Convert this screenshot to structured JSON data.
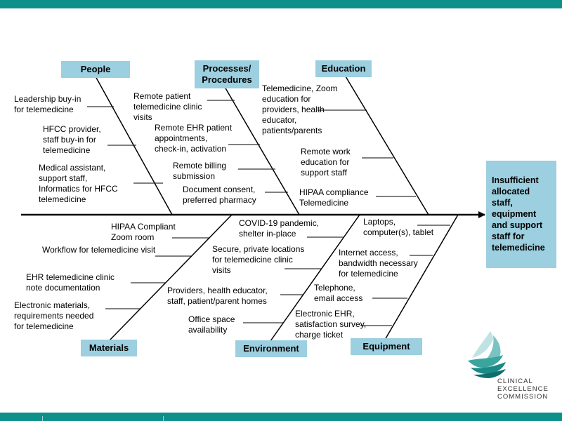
{
  "colors": {
    "accent": "#0e8f8a",
    "category_fill": "#9ccfdf",
    "line": "#000000"
  },
  "effect": "Insufficient\nallocated\nstaff,\nequipment\nand support\nstaff for\ntelemedicine",
  "categories": {
    "people": "People",
    "processes": "Processes/\nProcedures",
    "education": "Education",
    "materials": "Materials",
    "environment": "Environment",
    "equipment": "Equipment"
  },
  "causes": {
    "people": [
      "Leadership buy-in\nfor telemedicine",
      "HFCC provider,\nstaff buy-in for\ntelemedicine",
      "Medical assistant,\nsupport staff,\nInformatics for HFCC\ntelemedicine"
    ],
    "processes": [
      "Remote patient\ntelemedicine clinic\nvisits",
      "Remote EHR patient\nappointments,\ncheck-in, activation",
      "Remote billing\nsubmission",
      "Document consent,\npreferred pharmacy"
    ],
    "education": [
      "Telemedicine, Zoom\neducation for\nproviders, health\neducator,\npatients/parents",
      "Remote work\neducation for\nsupport staff",
      "HIPAA compliance\nTelemedicine"
    ],
    "materials": [
      "HIPAA Compliant\nZoom room",
      "Workflow for telemedicine visit",
      "EHR telemedicine clinic\nnote documentation",
      "Electronic materials,\nrequirements needed\nfor telemedicine"
    ],
    "environment": [
      "COVID-19 pandemic,\nshelter in-place",
      "Secure, private locations\nfor telemedicine clinic\nvisits",
      "Providers, health educator,\nstaff, patient/parent homes",
      "Office space\navailability"
    ],
    "equipment": [
      "Laptops,\ncomputer(s), tablet",
      "Internet access,\nbandwidth necessary\nfor telemedicine",
      "Telephone,\nemail access",
      "Electronic EHR,\nsatisfaction survey,\ncharge ticket"
    ]
  },
  "logo": {
    "icon": "clinical-excellence-logo-icon",
    "text": "CLINICAL\nEXCELLENCE\nCOMMISSION"
  }
}
